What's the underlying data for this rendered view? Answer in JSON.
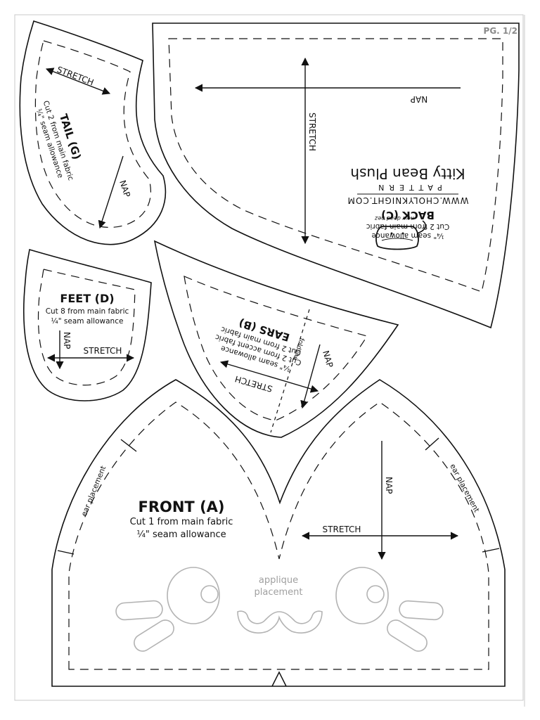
{
  "page": {
    "number": "PG. 1/2"
  },
  "pieces": {
    "tail": {
      "title": "TAIL (G)",
      "cut": "Cut 2 from main fabric",
      "seam": "¼\" seam allowance",
      "stretch": "STRETCH",
      "nap": "NAP"
    },
    "back": {
      "brand_tagline": "PATTERN",
      "product": "Kitty Bean Plush",
      "url": "WWW.CHOLYKNIGHT.COM",
      "title": "BACK (C)",
      "cut": "Cut 2 from main fabric",
      "seam": "¼\" seam allowance",
      "stretch": "STRETCH",
      "nap": "NAP",
      "logo_text": "new dead nez"
    },
    "feet": {
      "title": "FEET (D)",
      "cut": "Cut 8 from main fabric",
      "seam": "¼\" seam allowance",
      "stretch": "STRETCH",
      "nap": "NAP"
    },
    "ears": {
      "title": "EARS (B)",
      "cut1": "Cut 2 from main fabric",
      "cut2": "Cut 2 from accent fabric",
      "seam": "¼\" seam allowance",
      "stretch": "STRETCH",
      "nap": "NAP",
      "fold_line": "foldline"
    },
    "front": {
      "title": "FRONT (A)",
      "cut": "Cut 1 from main fabric",
      "seam": "¼\" seam allowance",
      "stretch": "STRETCH",
      "nap": "NAP",
      "ear_placement_left": "ear placement",
      "ear_placement_right": "ear placement",
      "applique_line1": "applique",
      "applique_line2": "placement"
    }
  }
}
